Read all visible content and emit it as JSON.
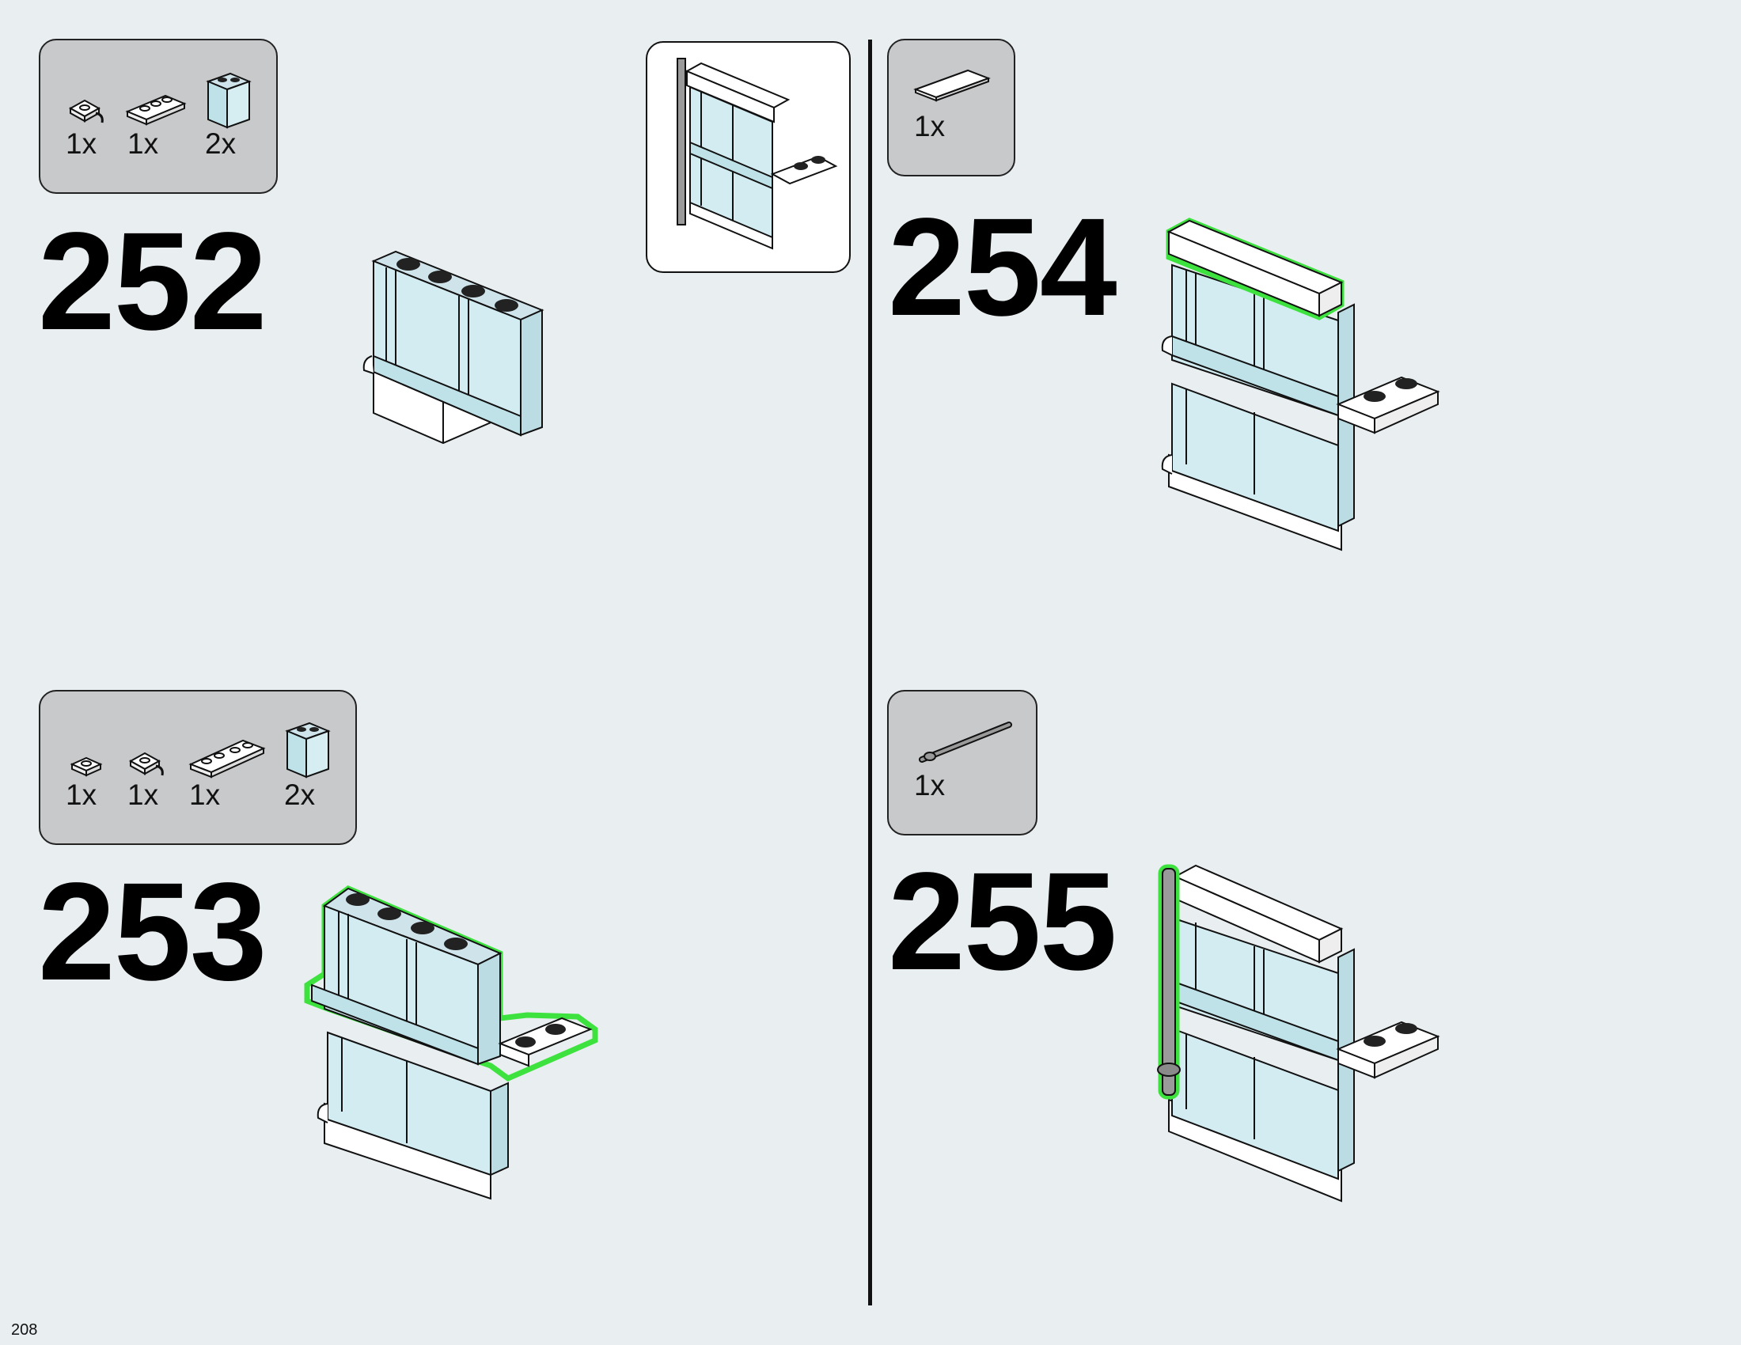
{
  "page_number": "208",
  "steps": [
    {
      "number": "252",
      "parts": [
        "1x",
        "1x",
        "2x"
      ]
    },
    {
      "number": "253",
      "parts": [
        "1x",
        "1x",
        "1x",
        "2x"
      ]
    },
    {
      "number": "254",
      "parts": [
        "1x"
      ]
    },
    {
      "number": "255",
      "parts": [
        "1x"
      ]
    }
  ],
  "colors": {
    "background": "#e9eef1",
    "parts_box": "#c7c9cb",
    "highlight": "#3ee23e",
    "glass": "#cfeaf0"
  }
}
